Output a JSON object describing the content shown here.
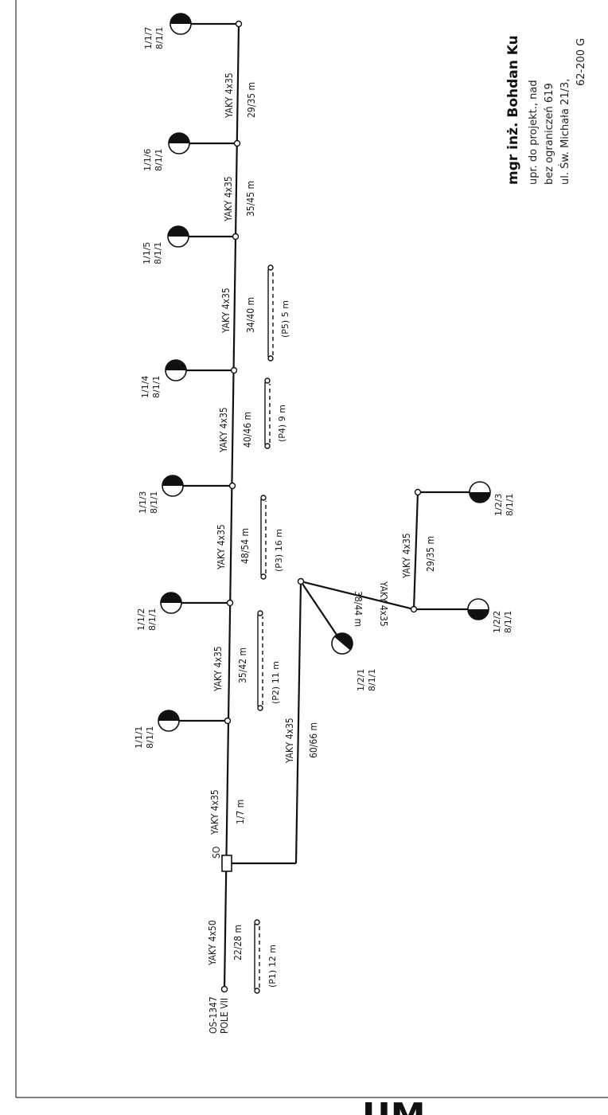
{
  "source": {
    "id": "OS-1347",
    "field": "POLE VII"
  },
  "connector": "SO",
  "cables": {
    "c_src": {
      "type": "YAKY 4x50",
      "length": "22/28 m"
    },
    "c_so": {
      "type": "YAKY 4x35",
      "length": "1/7 m"
    },
    "c_1": {
      "type": "YAKY 4x35",
      "length": "35/42 m"
    },
    "c_2": {
      "type": "YAKY 4x35",
      "length": "48/54 m"
    },
    "c_3": {
      "type": "YAKY 4x35",
      "length": "40/46 m"
    },
    "c_4": {
      "type": "YAKY 4x35",
      "length": "34/40 m"
    },
    "c_5": {
      "type": "YAKY 4x35",
      "length": "35/45 m"
    },
    "c_6": {
      "type": "YAKY 4x35",
      "length": "29/35 m"
    },
    "c_b": {
      "type": "YAKY 4x35",
      "length": "60/66 m"
    },
    "c_b2": {
      "type": "YAKY 4x35",
      "length": "38/44 m"
    },
    "c_b3": {
      "type": "YAKY 4x35",
      "length": "29/35 m"
    }
  },
  "lamps": [
    {
      "id": "1/1/1",
      "ref": "8/1/1"
    },
    {
      "id": "1/1/2",
      "ref": "8/1/1"
    },
    {
      "id": "1/1/3",
      "ref": "8/1/1"
    },
    {
      "id": "1/1/4",
      "ref": "8/1/1"
    },
    {
      "id": "1/1/5",
      "ref": "8/1/1"
    },
    {
      "id": "1/1/6",
      "ref": "8/1/1"
    },
    {
      "id": "1/1/7",
      "ref": "8/1/1"
    },
    {
      "id": "1/2/1",
      "ref": "8/1/1"
    },
    {
      "id": "1/2/2",
      "ref": "8/1/1"
    },
    {
      "id": "1/2/3",
      "ref": "8/1/1"
    }
  ],
  "conduits": [
    {
      "label": "(P1) 12 m"
    },
    {
      "label": "(P2) 11 m"
    },
    {
      "label": "(P3) 16 m"
    },
    {
      "label": "(P4) 9 m"
    },
    {
      "label": "(P5) 5 m"
    }
  ],
  "stamp": {
    "name": "mgr inż. Bohdan Ku",
    "line1": "upr. do projekt., nad",
    "line2": "bez ograniczeń 619",
    "line3": "ul. Św. Michała 21/3,",
    "line4": "62-200 G"
  },
  "footer_fragment": "UM"
}
